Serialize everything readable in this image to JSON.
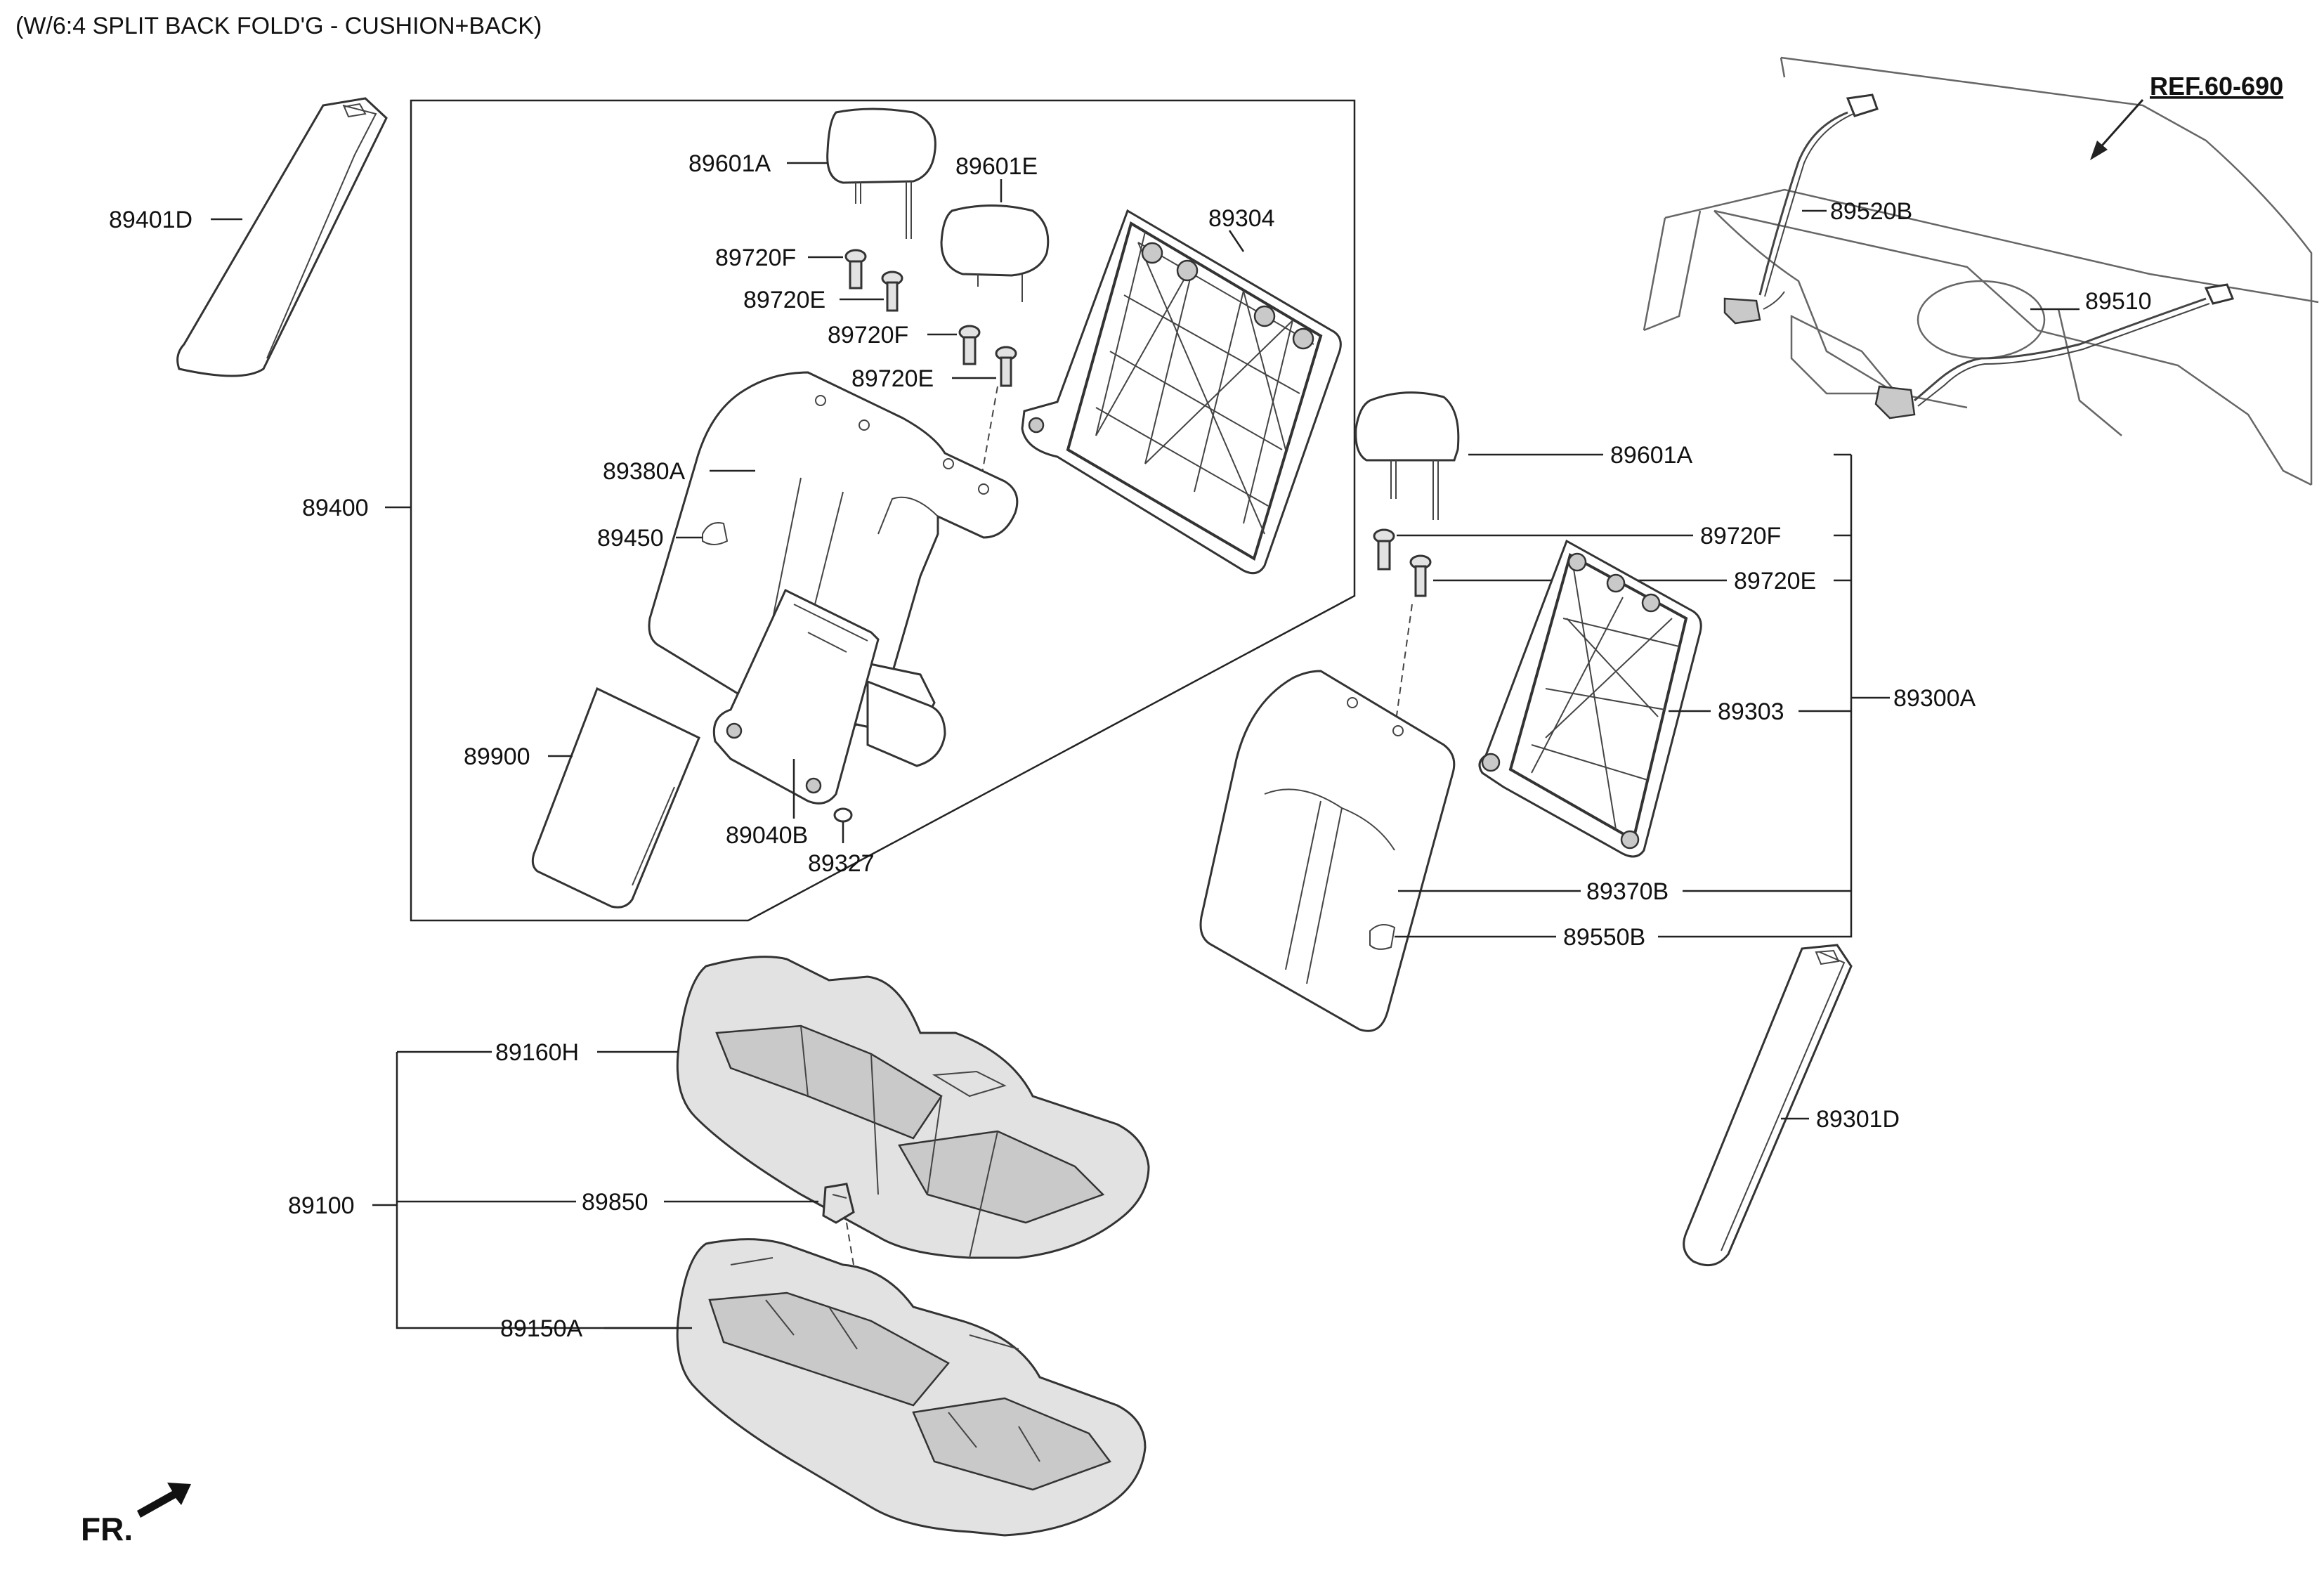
{
  "header": {
    "title": "(W/6:4 SPLIT BACK FOLD'G - CUSHION+BACK)"
  },
  "reference": {
    "label": "REF.60-690"
  },
  "front_marker": {
    "label": "FR."
  },
  "parts": {
    "p89401D": "89401D",
    "p89400": "89400",
    "p89601A_left": "89601A",
    "p89601E": "89601E",
    "p89720F_left1": "89720F",
    "p89720E_left1": "89720E",
    "p89720F_left2": "89720F",
    "p89720E_left2": "89720E",
    "p89304": "89304",
    "p89380A": "89380A",
    "p89450": "89450",
    "p89900": "89900",
    "p89040B": "89040B",
    "p89327": "89327",
    "p89520B": "89520B",
    "p89510": "89510",
    "p89601A_right": "89601A",
    "p89720F_right": "89720F",
    "p89720E_right": "89720E",
    "p89300A": "89300A",
    "p89303": "89303",
    "p89370B": "89370B",
    "p89550B": "89550B",
    "p89301D": "89301D",
    "p89160H": "89160H",
    "p89100": "89100",
    "p89850": "89850",
    "p89150A": "89150A"
  }
}
